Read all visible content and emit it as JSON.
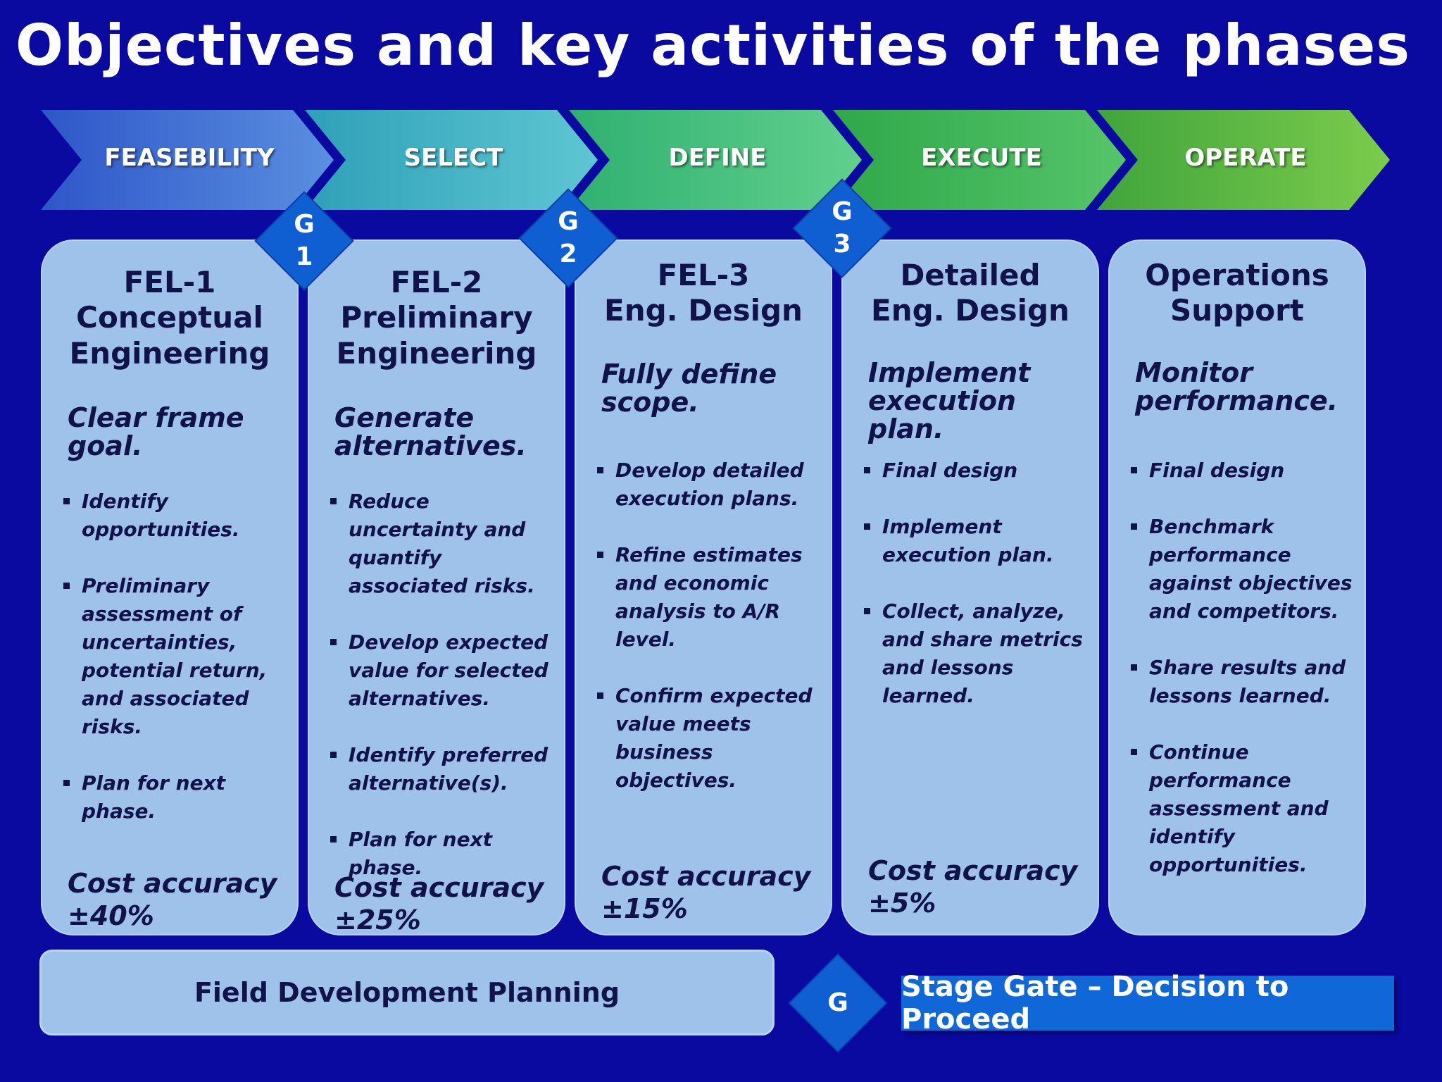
{
  "title": "Objectives and key activities of the phases",
  "colors": {
    "background": "#0a0aa0",
    "card_fill": "#9ec2ea",
    "gate_fill": "#0f5fd2",
    "phase_gradients": [
      [
        "#2e56c8",
        "#5a8fe0"
      ],
      [
        "#2fa0b8",
        "#5ec6d2"
      ],
      [
        "#2fb070",
        "#62d08e"
      ],
      [
        "#2fa84a",
        "#56c46a"
      ],
      [
        "#40a43c",
        "#7ccc4c"
      ]
    ]
  },
  "phases": [
    {
      "label": "FEASEBILITY"
    },
    {
      "label": "SELECT"
    },
    {
      "label": "DEFINE"
    },
    {
      "label": "EXECUTE"
    },
    {
      "label": "OPERATE"
    }
  ],
  "gates": [
    {
      "letter": "G",
      "number": "1"
    },
    {
      "letter": "G",
      "number": "2"
    },
    {
      "letter": "G",
      "number": "3"
    }
  ],
  "cards": [
    {
      "title": "FEL-1\nConceptual\nEngineering",
      "objective": "Clear frame\ngoal.",
      "bullets": [
        "Identify\nopportunities.",
        "Preliminary\nassessment of\nuncertainties,\npotential return,\nand associated\nrisks.",
        "Plan for next\nphase."
      ],
      "cost": "Cost accuracy\n±40%"
    },
    {
      "title": "FEL-2\nPreliminary\nEngineering",
      "objective": "Generate\nalternatives.",
      "bullets": [
        "Reduce\nuncertainty and\nquantify\nassociated risks.",
        "Develop expected\nvalue for selected\nalternatives.",
        "Identify preferred\nalternative(s).",
        "Plan for next\nphase."
      ],
      "cost": "Cost accuracy\n±25%"
    },
    {
      "title": "FEL-3\nEng. Design",
      "objective": "Fully define\nscope.",
      "bullets": [
        "Develop detailed\nexecution plans.",
        "Refine estimates\nand economic\nanalysis to A/R\nlevel.",
        "Confirm expected\nvalue meets\nbusiness\nobjectives."
      ],
      "cost": "Cost accuracy\n±15%"
    },
    {
      "title": "Detailed\nEng. Design",
      "objective": "Implement\nexecution plan.",
      "bullets": [
        "Final design",
        "Implement\nexecution plan.",
        "Collect, analyze,\nand share metrics\nand lessons\nlearned."
      ],
      "cost": "Cost accuracy\n±5%"
    },
    {
      "title": "Operations\nSupport",
      "objective": "Monitor\nperformance.",
      "bullets": [
        "Final design",
        "Benchmark\nperformance\nagainst objectives\nand competitors.",
        "Share results and\nlessons learned.",
        "Continue\nperformance\nassessment and\nidentify\nopportunities."
      ],
      "cost": ""
    }
  ],
  "footer": {
    "fdp_label": "Field Development Planning",
    "legend_gate_letter": "G",
    "legend_label": "Stage Gate – Decision to Proceed"
  }
}
